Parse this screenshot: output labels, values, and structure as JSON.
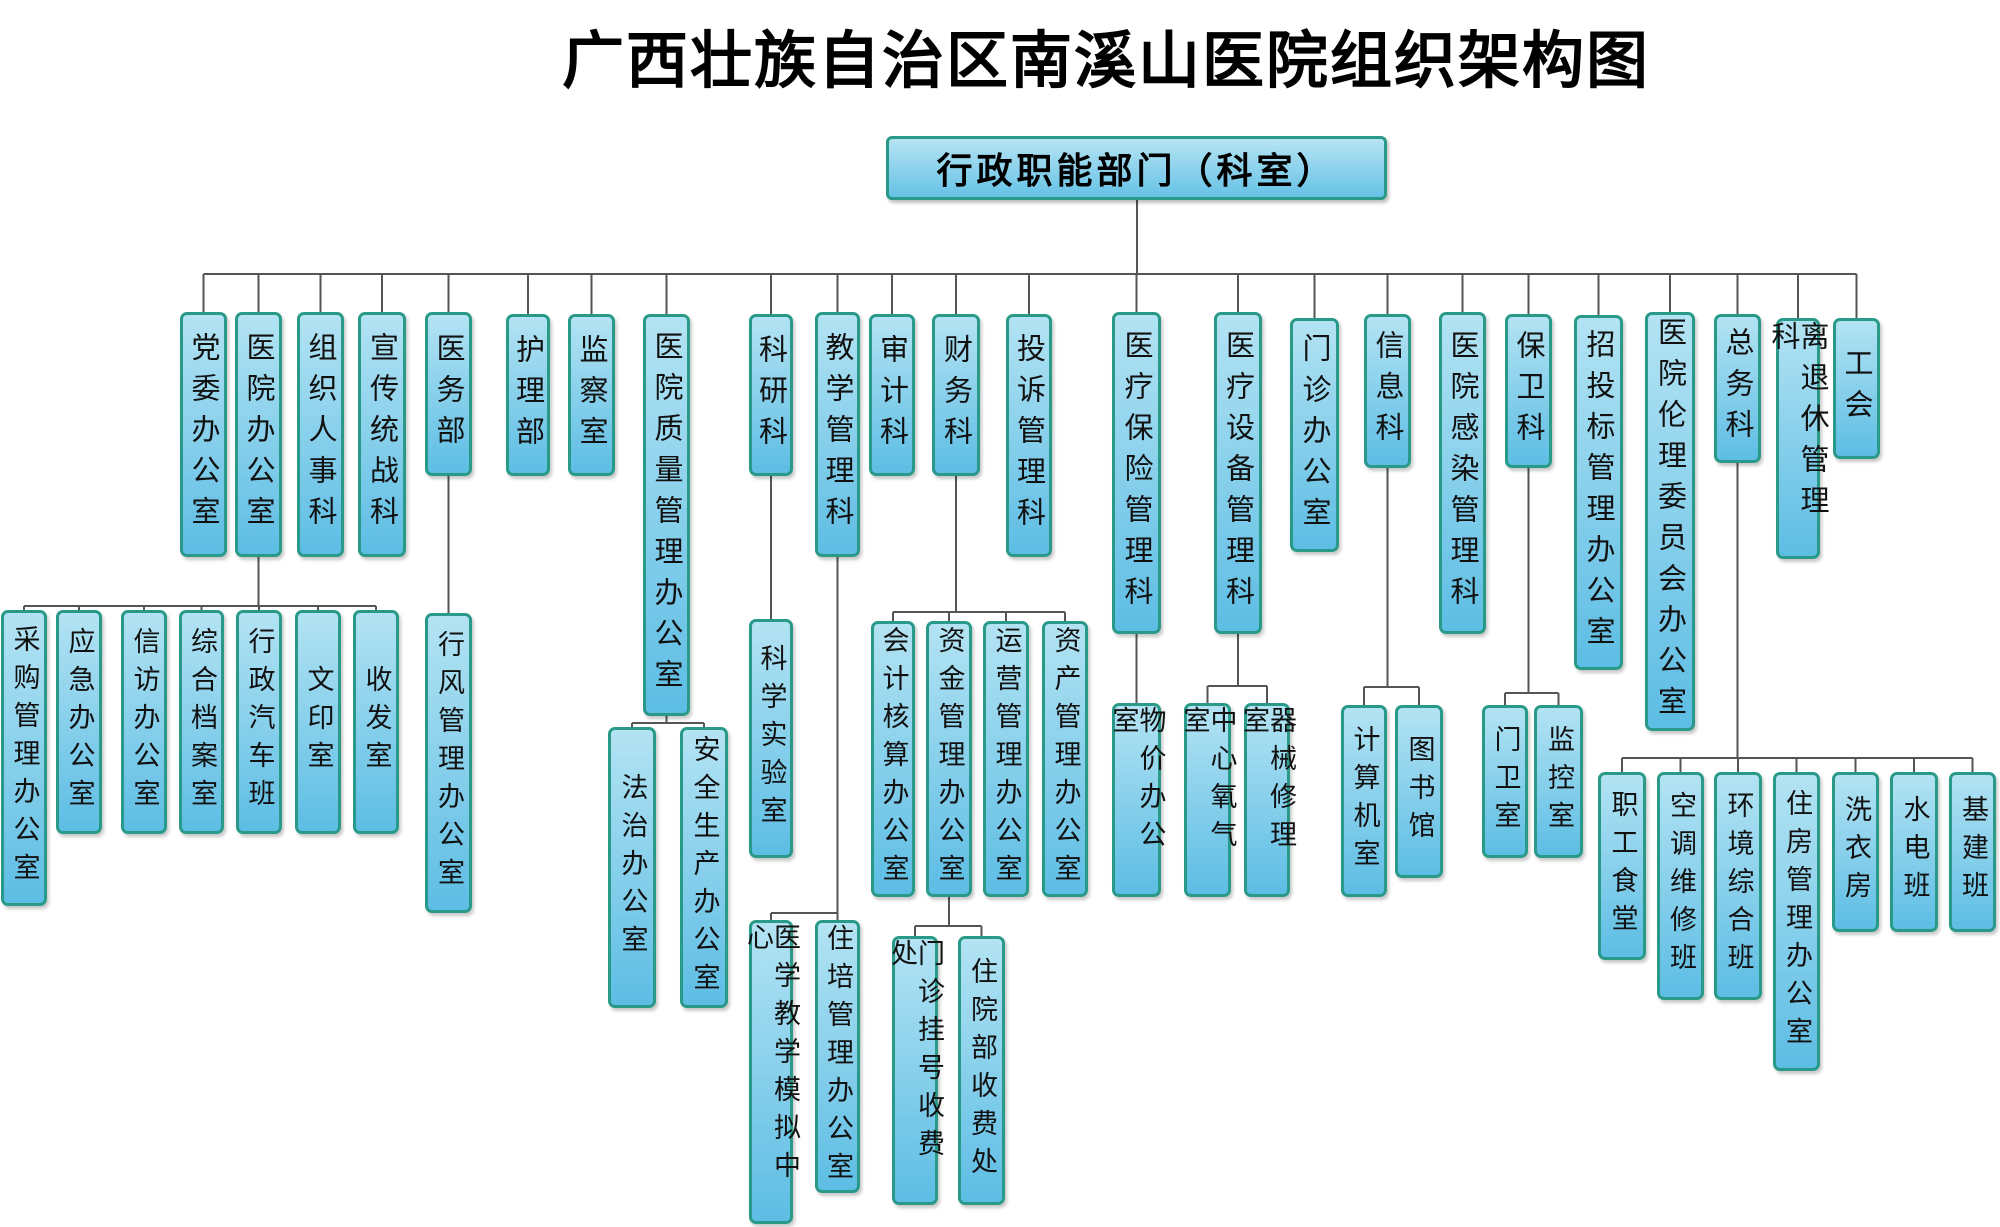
{
  "title": "广西壮族自治区南溪山医院组织架构图",
  "root": "行政职能部门（科室）",
  "departments": [
    {
      "name": "党委办公室"
    },
    {
      "name": "医院办公室",
      "children": [
        {
          "name": "采购管理办公室"
        },
        {
          "name": "应急办公室"
        },
        {
          "name": "信访办公室"
        },
        {
          "name": "综合档案室"
        },
        {
          "name": "行政汽车班"
        },
        {
          "name": "文印室"
        },
        {
          "name": "收发室"
        }
      ]
    },
    {
      "name": "组织人事科"
    },
    {
      "name": "宣传统战科"
    },
    {
      "name": "医务部",
      "children": [
        {
          "name": "行风管理办公室"
        }
      ]
    },
    {
      "name": "护理部"
    },
    {
      "name": "监察室"
    },
    {
      "name": "医院质量管理办公室",
      "children": [
        {
          "name": "法治办公室"
        },
        {
          "name": "安全生产办公室"
        }
      ]
    },
    {
      "name": "科研科",
      "children": [
        {
          "name": "科学实验室"
        }
      ]
    },
    {
      "name": "教学管理科",
      "children": [
        {
          "name": "医学教学模拟中心"
        },
        {
          "name": "住培管理办公室"
        }
      ]
    },
    {
      "name": "审计科"
    },
    {
      "name": "财务科",
      "children": [
        {
          "name": "会计核算办公室"
        },
        {
          "name": "资金管理办公室",
          "children": [
            {
              "name": "门诊挂号收费处"
            },
            {
              "name": "住院部收费处"
            }
          ]
        },
        {
          "name": "运营管理办公室"
        },
        {
          "name": "资产管理办公室"
        }
      ]
    },
    {
      "name": "投诉管理科"
    },
    {
      "name": "医疗保险管理科",
      "children": [
        {
          "name": "物价办公室"
        }
      ]
    },
    {
      "name": "医疗设备管理科",
      "children": [
        {
          "name": "中心氧气室"
        },
        {
          "name": "器械修理室"
        }
      ]
    },
    {
      "name": "门诊办公室"
    },
    {
      "name": "信息科",
      "children": [
        {
          "name": "计算机室"
        },
        {
          "name": "图书馆"
        }
      ]
    },
    {
      "name": "医院感染管理科"
    },
    {
      "name": "保卫科",
      "children": [
        {
          "name": "门卫室"
        },
        {
          "name": "监控室"
        }
      ]
    },
    {
      "name": "招投标管理办公室"
    },
    {
      "name": "医院伦理委员会办公室"
    },
    {
      "name": "总务科",
      "children": [
        {
          "name": "职工食堂"
        },
        {
          "name": "空调维修班"
        },
        {
          "name": "环境综合班"
        },
        {
          "name": "住房管理办公室"
        },
        {
          "name": "洗衣房"
        },
        {
          "name": "水电班"
        },
        {
          "name": "基建班"
        }
      ]
    },
    {
      "name": "离退休管理科"
    },
    {
      "name": "工会"
    }
  ],
  "colors": {
    "box_border": "#2a9a88",
    "box_top": "#b3e3f3",
    "box_bottom": "#5dbde4",
    "line": "#555555"
  }
}
